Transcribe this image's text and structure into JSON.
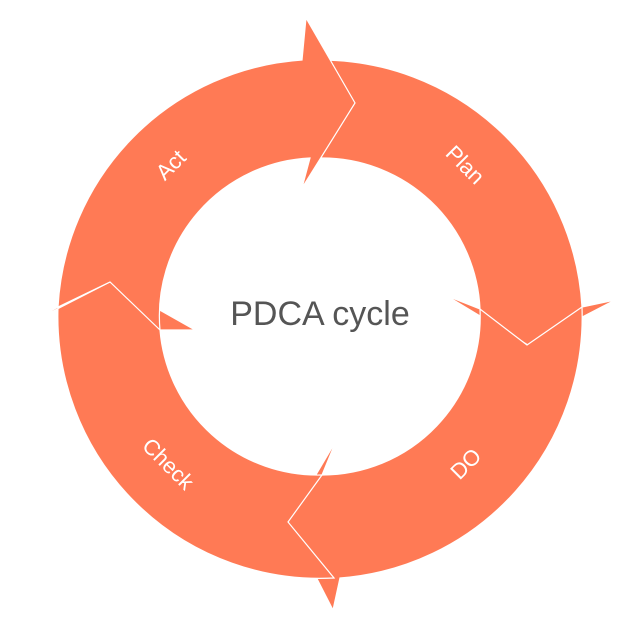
{
  "diagram": {
    "center_title": "PDCA cycle",
    "fill_color": "#ff7a55",
    "stroke_color": "#ffffff",
    "steps": [
      {
        "label": "Plan"
      },
      {
        "label": "DO"
      },
      {
        "label": "Check"
      },
      {
        "label": "Act"
      }
    ]
  }
}
